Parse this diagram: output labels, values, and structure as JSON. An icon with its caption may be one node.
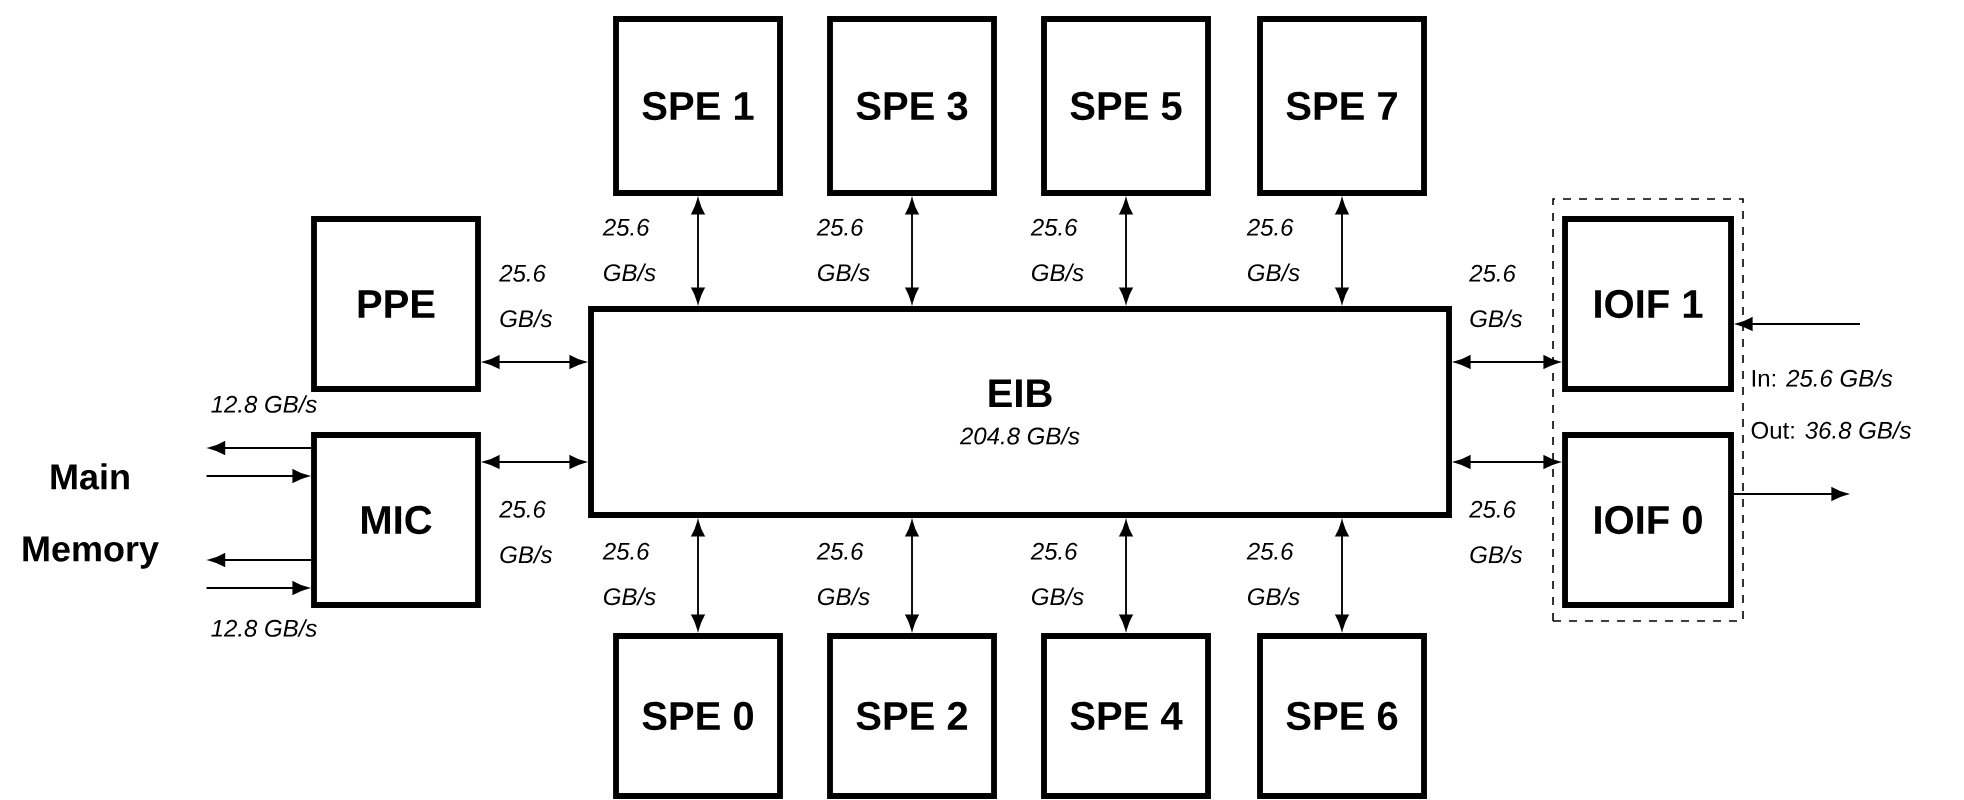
{
  "diagram": {
    "nodes": [
      {
        "text": [
          "SPE 1"
        ]
      },
      {
        "text": [
          "SPE 3"
        ]
      },
      {
        "text": [
          "SPE 5"
        ]
      },
      {
        "text": [
          "SPE 7"
        ]
      },
      {
        "text": [
          "PPE"
        ]
      },
      {
        "text": [
          "EIB",
          "204.8 GB/s"
        ]
      },
      {
        "text": [],
        "shape": "box"
      },
      {
        "text": [
          "IOIF 1"
        ],
        "in": 6
      },
      {
        "text": [
          "MIC"
        ]
      },
      {
        "text": [
          "IOIF 0"
        ],
        "in": 6
      },
      {
        "text": [
          "SPE 0"
        ]
      },
      {
        "text": [
          "SPE 2"
        ]
      },
      {
        "text": [
          "SPE 4"
        ]
      },
      {
        "text": [
          "SPE 6"
        ]
      },
      {
        "text": [
          "Main Memory"
        ]
      }
    ],
    "edges": [
      {
        "from": 0,
        "to": 5,
        "arrow": "both",
        "label": "25.6 GB/s"
      },
      {
        "from": 1,
        "to": 5,
        "arrow": "both",
        "label": "25.6 GB/s"
      },
      {
        "from": 2,
        "to": 5,
        "arrow": "both",
        "label": "25.6 GB/s"
      },
      {
        "from": 3,
        "to": 5,
        "arrow": "both",
        "label": "25.6 GB/s"
      },
      {
        "from": 4,
        "to": 5,
        "arrow": "both",
        "label": "25.6 GB/s"
      },
      {
        "from": 8,
        "to": 5,
        "arrow": "both",
        "label": "25.6 GB/s"
      },
      {
        "from": 5,
        "to": 7,
        "arrow": "both",
        "label": "25.6 GB/s"
      },
      {
        "from": 5,
        "to": 9,
        "arrow": "both",
        "label": "25.6 GB/s"
      },
      {
        "from": 10,
        "to": 5,
        "arrow": "both",
        "label": "25.6 GB/s"
      },
      {
        "from": 11,
        "to": 5,
        "arrow": "both",
        "label": "25.6 GB/s"
      },
      {
        "from": 12,
        "to": 5,
        "arrow": "both",
        "label": "25.6 GB/s"
      },
      {
        "from": 13,
        "to": 5,
        "arrow": "both",
        "label": "25.6 GB/s"
      },
      {
        "from": 8,
        "to": 14,
        "arrow": "to",
        "label": "12.8 GB/s"
      },
      {
        "from": 14,
        "to": 8,
        "arrow": "to"
      },
      {
        "from": 8,
        "to": 14,
        "arrow": "to"
      },
      {
        "from": 14,
        "to": 8,
        "arrow": "to",
        "label": "12.8 GB/s"
      },
      {
        "from": null,
        "to": 7,
        "arrow": "to"
      },
      {
        "from": 9,
        "to": null,
        "arrow": "to"
      }
    ],
    "labels": [
      "In: *25.6 GB/s*",
      "Out: *36.8 GB/s*"
    ]
  }
}
